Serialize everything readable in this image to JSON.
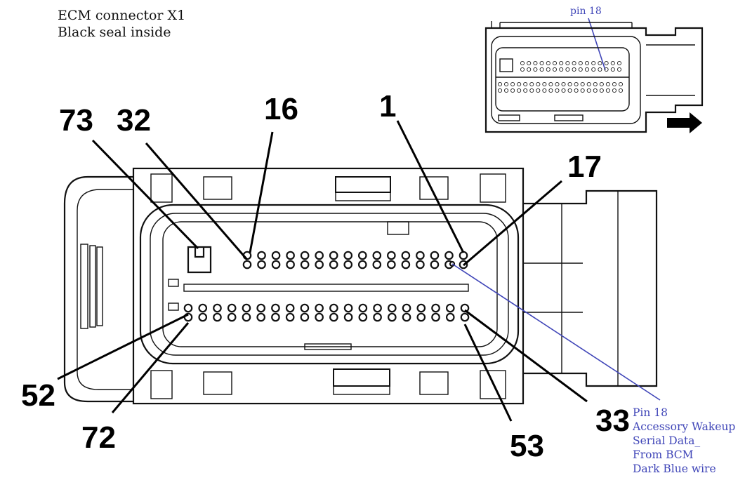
{
  "title": {
    "line1": "ECM connector X1",
    "line2": "Black seal inside"
  },
  "thumbnail": {
    "pin_label": "pin 18",
    "arrow_icon": "right-arrow-icon"
  },
  "pin_labels": {
    "p73": "73",
    "p32": "32",
    "p16": "16",
    "p1": "1",
    "p17": "17",
    "p52": "52",
    "p72": "72",
    "p53": "53",
    "p33": "33"
  },
  "callout": {
    "line1": "Pin 18",
    "line2": "Accessory Wakeup",
    "line3": "Serial Data_",
    "line4": "From BCM",
    "line5": "Dark Blue wire"
  },
  "colors": {
    "callout_blue": "#4046b8",
    "line_black": "#111111"
  }
}
